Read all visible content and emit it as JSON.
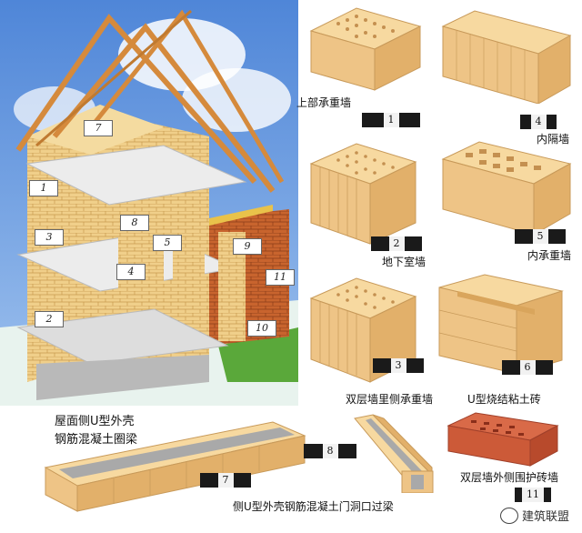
{
  "house": {
    "labels": [
      "1",
      "2",
      "3",
      "4",
      "5",
      "7",
      "8",
      "9",
      "10",
      "11"
    ]
  },
  "bricks": [
    {
      "num": "1",
      "caption": "上部承重墙"
    },
    {
      "num": "4",
      "caption": "内隔墙"
    },
    {
      "num": "2",
      "caption": "地下室墙"
    },
    {
      "num": "5",
      "caption": "内承重墙"
    },
    {
      "num": "3",
      "caption": "双层墙里侧承重墙"
    },
    {
      "num": "6",
      "caption": "U型烧结粘土砖"
    },
    {
      "num": "7",
      "caption_line1": "屋面侧U型外壳",
      "caption_line2": "钢筋混凝土圈梁"
    },
    {
      "num": "8",
      "caption": "侧U型外壳钢筋混凝土门洞口过梁"
    },
    {
      "num": "11",
      "caption": "双层墙外侧围护砖墙"
    }
  ],
  "watermark": "建筑联盟"
}
